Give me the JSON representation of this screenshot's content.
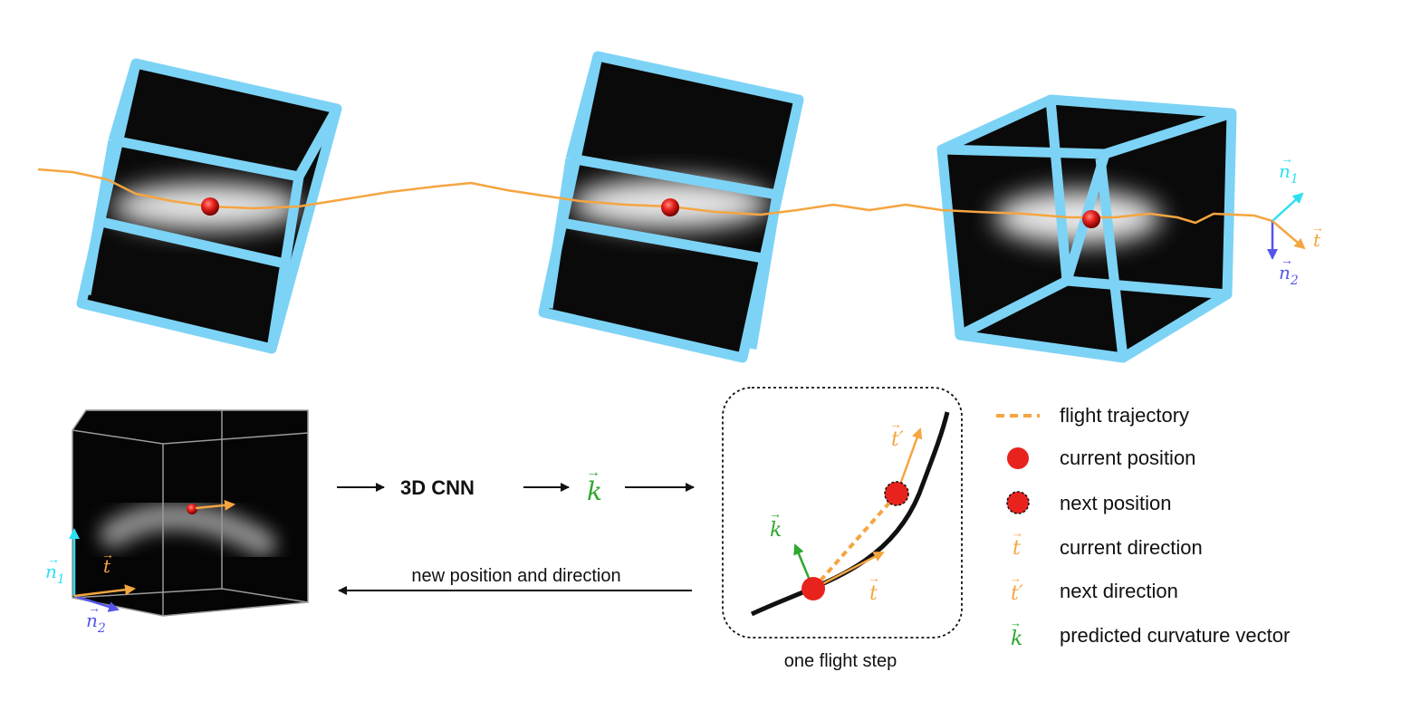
{
  "colors": {
    "trajectory": "#f5a540",
    "cube_frame": "#7dd3f5",
    "sphere": "#e8231e",
    "n1": "#2de0f0",
    "n2": "#5555ee",
    "t": "#f5a540",
    "k": "#2ea82e",
    "text": "#111111"
  },
  "top_row": {
    "axis_labels": {
      "n1": "n",
      "n1_sub": "1",
      "n2": "n",
      "n2_sub": "2",
      "t": "t"
    }
  },
  "pipeline": {
    "cnn_label": "3D CNN",
    "k_symbol": "k",
    "return_label": "new position and direction",
    "small_cube_axes": {
      "n1": "n",
      "n1_sub": "1",
      "n2": "n",
      "n2_sub": "2",
      "t": "t"
    }
  },
  "flight_step": {
    "caption": "one flight step",
    "k_label": "k",
    "t_label": "t",
    "t_prime_label": "t′"
  },
  "legend": {
    "items": [
      {
        "symbol": "dash",
        "text": "flight trajectory"
      },
      {
        "symbol": "dot",
        "text": "current position"
      },
      {
        "symbol": "dot-dashed",
        "text": "next position"
      },
      {
        "symbol": "t",
        "glyph": "t",
        "text": "current direction"
      },
      {
        "symbol": "t-prime",
        "glyph": "t′",
        "text": "next direction"
      },
      {
        "symbol": "k",
        "glyph": "k",
        "text": "predicted curvature vector"
      }
    ]
  }
}
